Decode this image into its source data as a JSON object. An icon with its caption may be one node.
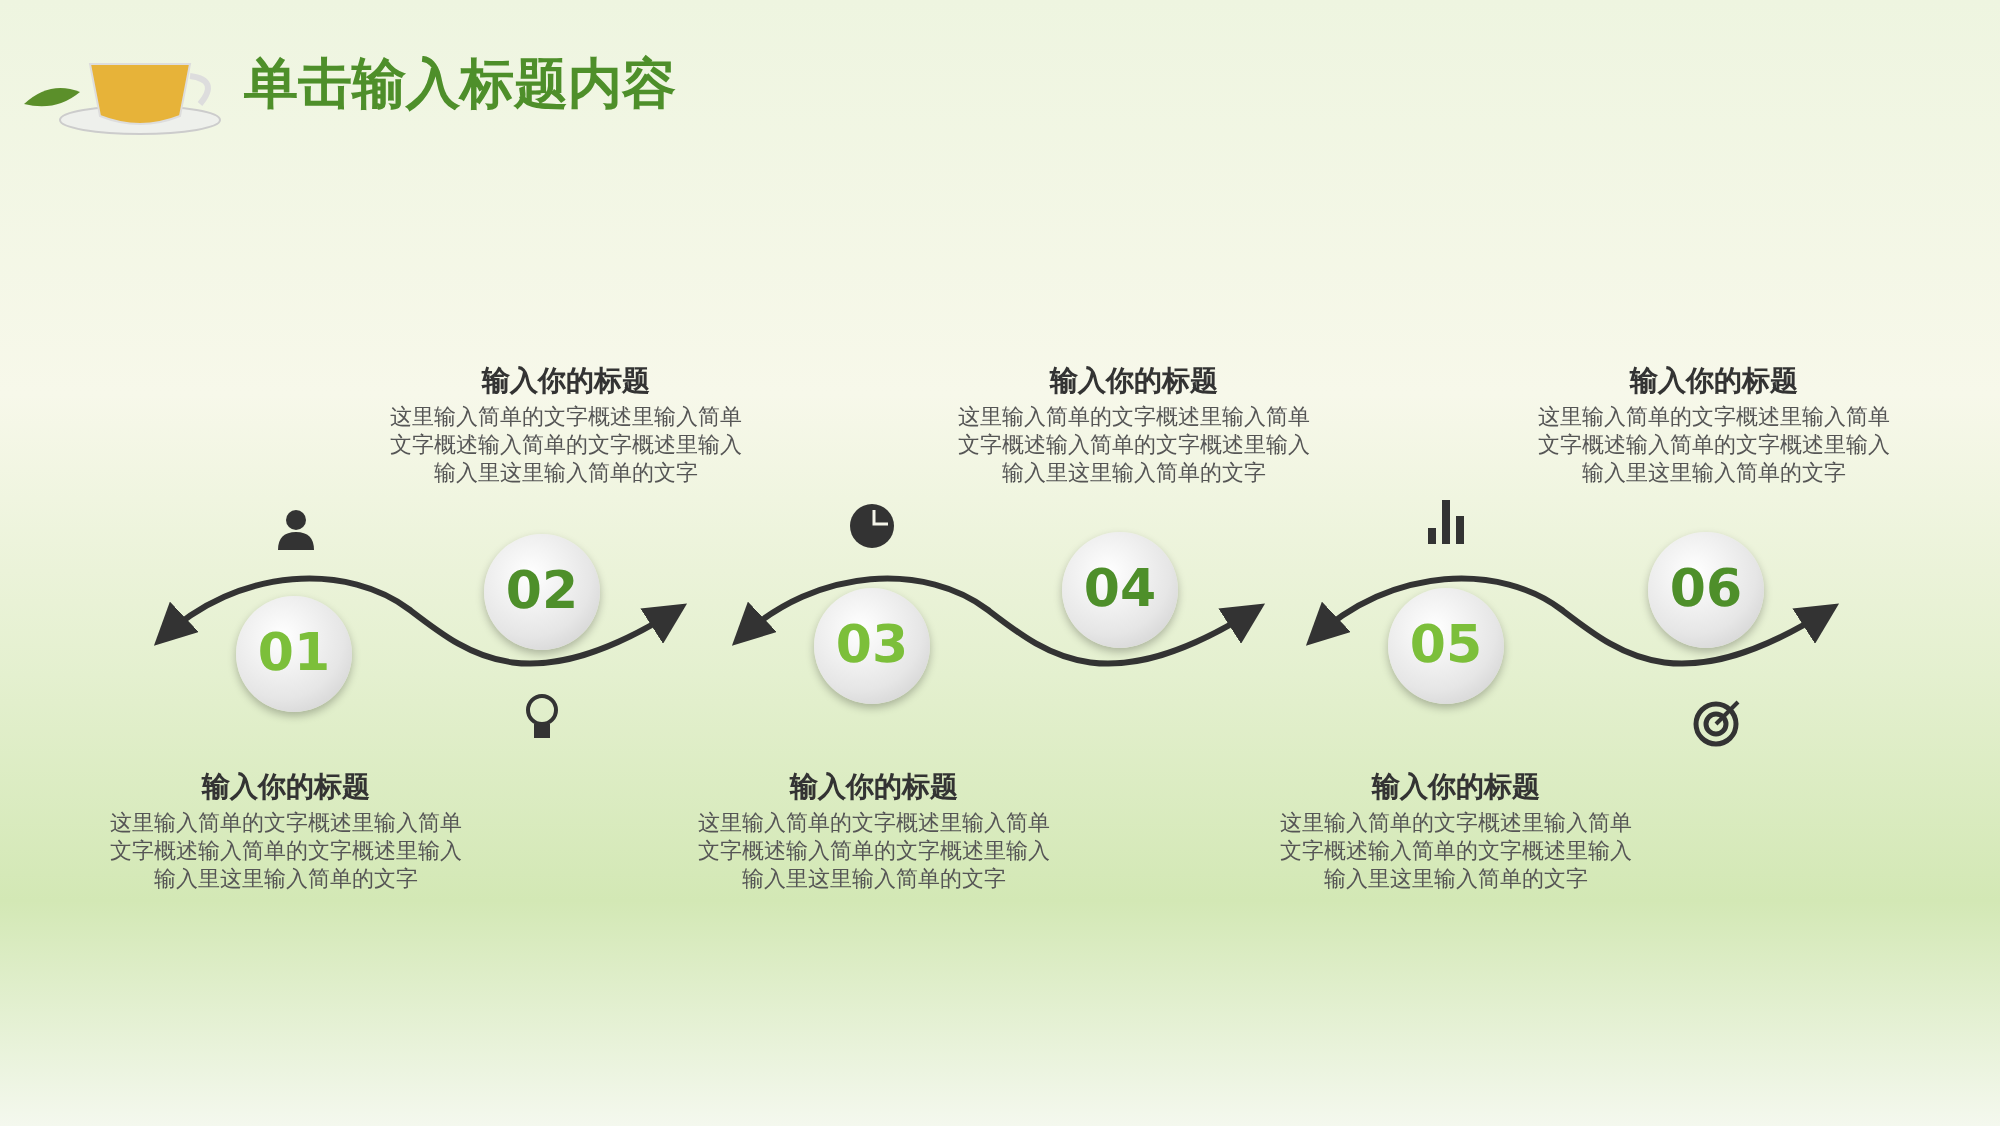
{
  "diagram": {
    "title": "单击输入标题内容",
    "nodes": [
      {
        "text": [
          "01"
        ],
        "beside": [
          "输入你的标题",
          "这里输入简单的文字概述里输入简单文字概述输入简单的文字概述里输入输入里这里输入简单的文字"
        ]
      },
      {
        "text": [
          "02"
        ],
        "beside": [
          "输入你的标题",
          "这里输入简单的文字概述里输入简单文字概述输入简单的文字概述里输入输入里这里输入简单的文字"
        ]
      },
      {
        "text": [
          "03"
        ],
        "beside": [
          "输入你的标题",
          "这里输入简单的文字概述里输入简单文字概述输入简单的文字概述里输入输入里这里输入简单的文字"
        ]
      },
      {
        "text": [
          "04"
        ],
        "beside": [
          "输入你的标题",
          "这里输入简单的文字概述里输入简单文字概述输入简单的文字概述里输入输入里这里输入简单的文字"
        ]
      },
      {
        "text": [
          "05"
        ],
        "beside": [
          "输入你的标题",
          "这里输入简单的文字概述里输入简单文字概述输入简单的文字概述里输入输入里这里输入简单的文字"
        ]
      },
      {
        "text": [
          "06"
        ],
        "beside": [
          "输入你的标题",
          "这里输入简单的文字概述里输入简单文字概述输入简单的文字概述里输入输入里这里输入简单的文字"
        ]
      }
    ]
  }
}
